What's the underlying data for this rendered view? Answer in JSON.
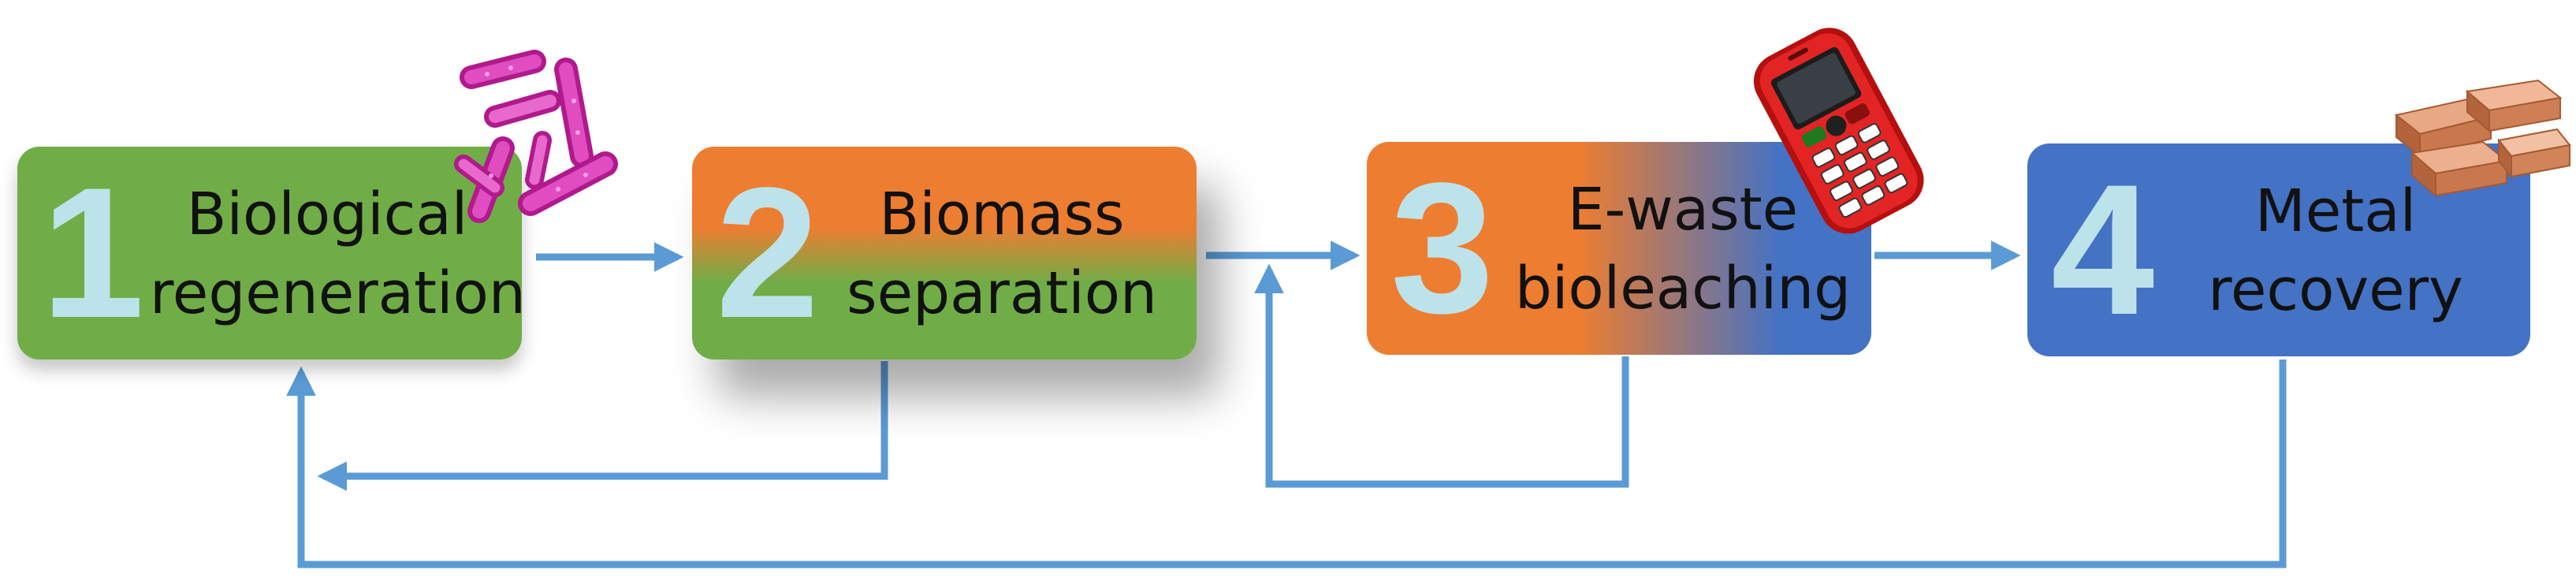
{
  "steps": [
    {
      "number": "1",
      "line1": "Biological",
      "line2": "regeneration"
    },
    {
      "number": "2",
      "line1": "Biomass",
      "line2": "separation"
    },
    {
      "number": "3",
      "line1": "E-waste",
      "line2": "bioleaching"
    },
    {
      "number": "4",
      "line1": "Metal",
      "line2": "recovery"
    }
  ],
  "icons": [
    "bacteria-icon",
    "mobile-phone-icon",
    "metal-bars-icon"
  ],
  "colors": {
    "green": "#70AD47",
    "orange": "#ED7D31",
    "blue": "#4472C4",
    "arrow": "#5B9BD5",
    "number": "#BDE3EA"
  }
}
